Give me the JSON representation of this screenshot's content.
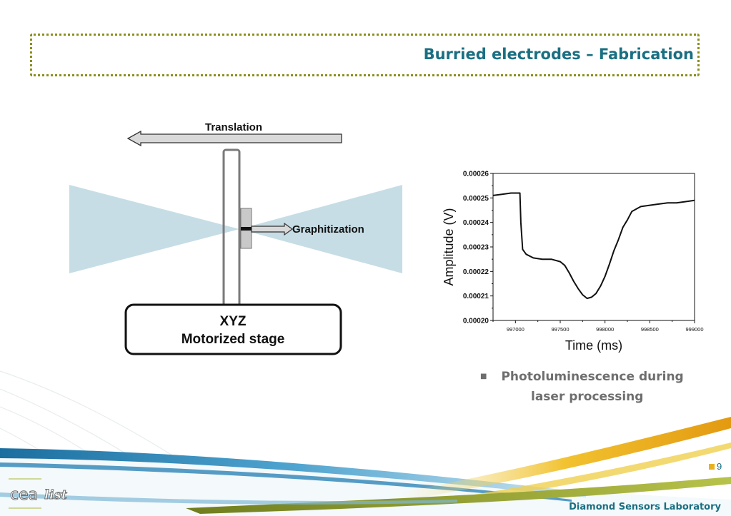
{
  "slide": {
    "title": "Burried electrodes – Fabrication",
    "page_number": "9",
    "lab_name": "Diamond Sensors Laboratory",
    "logo_text": "cea list"
  },
  "diagram": {
    "translation_label": "Translation",
    "graphitization_label": "Graphitization",
    "stage_line1": "XYZ",
    "stage_line2": "Motorized stage"
  },
  "bullets": {
    "line1": "Photoluminescence during",
    "line2": "laser processing"
  },
  "chart_data": {
    "type": "line",
    "xlabel": "Time (ms)",
    "ylabel": "Amplitude (V)",
    "xlim": [
      996750,
      999000
    ],
    "ylim": [
      0.0002,
      0.00026
    ],
    "xticks": [
      997000,
      997500,
      998000,
      998500,
      999000
    ],
    "yticks": [
      0.0002,
      0.00021,
      0.00022,
      0.00023,
      0.00024,
      0.00025,
      0.00026
    ],
    "xtick_labels": [
      "997000",
      "997500",
      "998000",
      "998500",
      "999000"
    ],
    "ytick_labels": [
      "0.00020",
      "0.00021",
      "0.00022",
      "0.00023",
      "0.00024",
      "0.00025",
      "0.00026"
    ],
    "series": [
      {
        "x": [
          996750,
          996850,
          996950,
          997050,
          997060,
          997080,
          997120,
          997200,
          997300,
          997400,
          997500,
          997550,
          997600,
          997650,
          997700,
          997750,
          997800,
          997850,
          997900,
          997950,
          998000,
          998050,
          998100,
          998150,
          998200,
          998250,
          998300,
          998400,
          998500,
          998600,
          998700,
          998800,
          998900,
          999000
        ],
        "y": [
          0.000251,
          0.0002515,
          0.000252,
          0.000252,
          0.00024,
          0.000229,
          0.000227,
          0.0002255,
          0.000225,
          0.000225,
          0.000224,
          0.0002225,
          0.0002195,
          0.000216,
          0.000213,
          0.0002105,
          0.000209,
          0.0002095,
          0.000211,
          0.000214,
          0.000218,
          0.000223,
          0.0002285,
          0.000233,
          0.000238,
          0.000241,
          0.0002445,
          0.0002465,
          0.000247,
          0.0002475,
          0.000248,
          0.000248,
          0.0002485,
          0.000249
        ]
      }
    ]
  }
}
